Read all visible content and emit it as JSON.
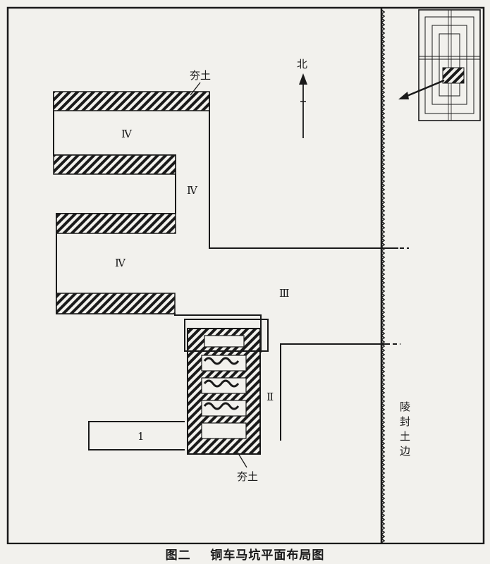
{
  "labels": {
    "hangtu_top": "夯土",
    "north": "北",
    "pit_iv_a": "Ⅳ",
    "pit_iv_b": "Ⅳ",
    "pit_iv_c": "Ⅳ",
    "pit_iii": "Ⅲ",
    "pit_ii": "Ⅱ",
    "pit_i": "1",
    "hangtu_bottom": "夯土",
    "mound_edge": [
      "陵",
      "封",
      "土",
      "边"
    ]
  },
  "caption": "图二    铜车马坑平面布局图",
  "colors": {
    "background": "#f2f1ed",
    "ink": "#1a1a1a"
  },
  "icons": {
    "north_arrow": "north-arrow-icon",
    "locator": "locator-map-icon"
  }
}
